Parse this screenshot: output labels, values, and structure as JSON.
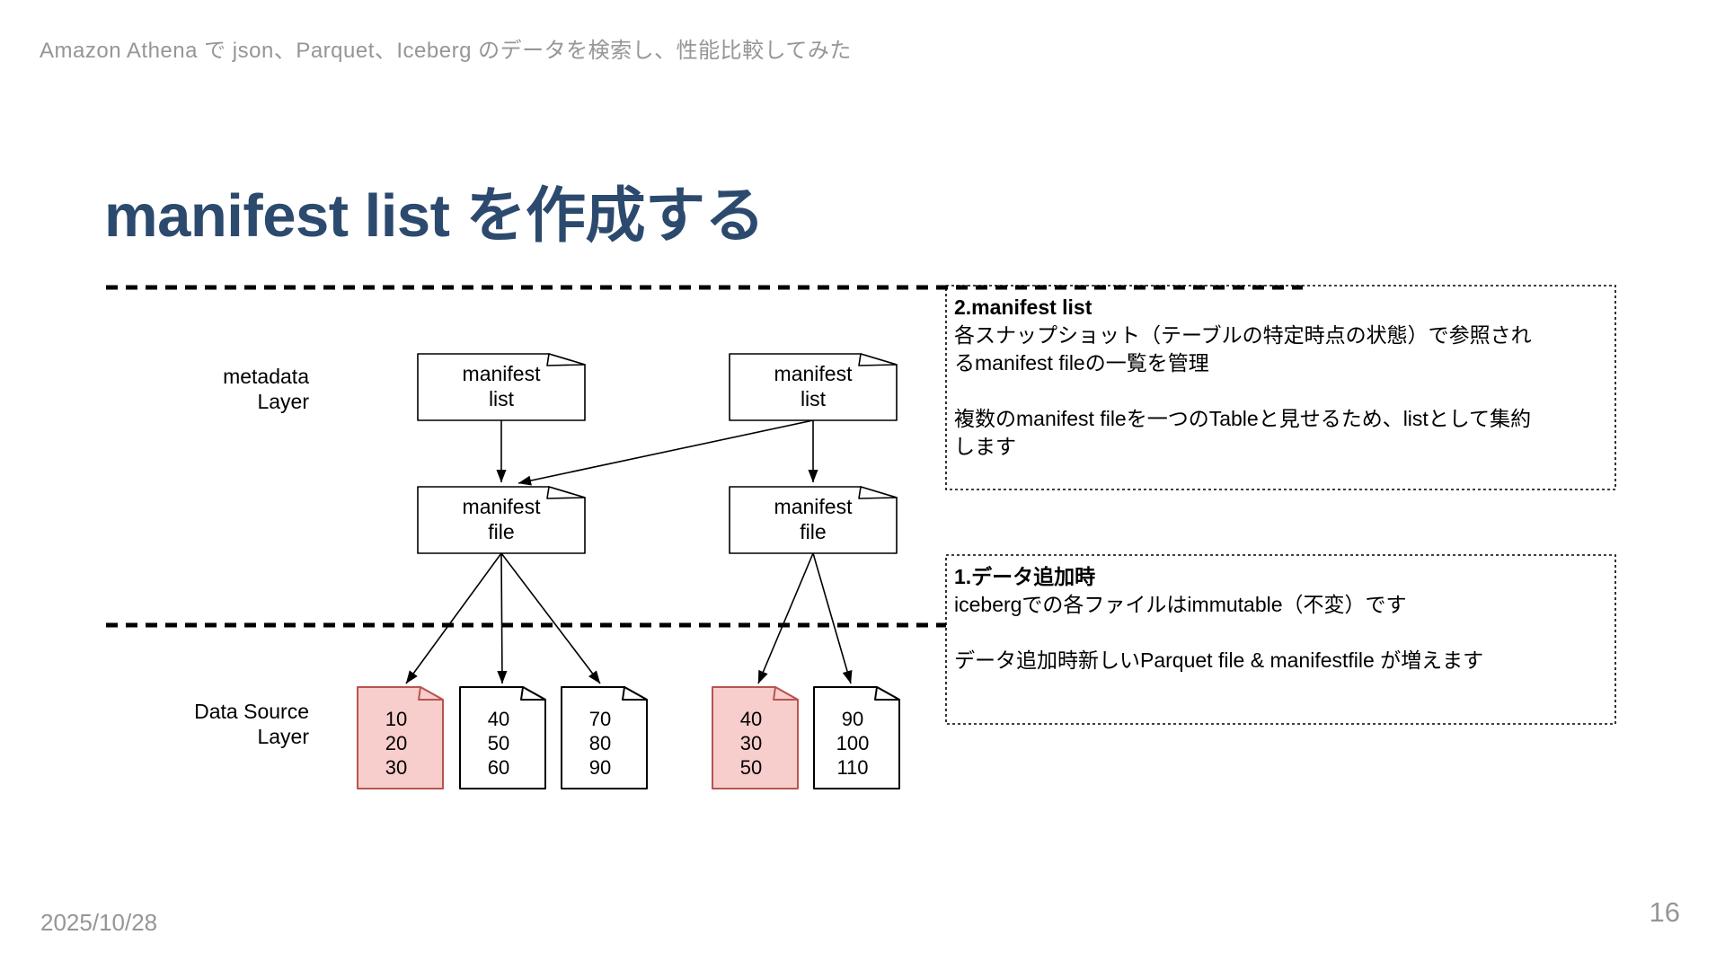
{
  "slide": {
    "header": "Amazon Athena で json、Parquet、Iceberg のデータを検索し、性能比較してみた",
    "title": "manifest list を作成する",
    "date": "2025/10/28",
    "page_number": "16"
  },
  "colors": {
    "title_color": "#2c4a6e",
    "muted": "#969696",
    "ink": "#000000",
    "pink_fill": "#f8cecc",
    "pink_border": "#b85450"
  },
  "diagram": {
    "layers": {
      "metadata": {
        "line1": "metadata",
        "line2": "Layer"
      },
      "data_source": {
        "line1": "Data Source",
        "line2": "Layer"
      }
    },
    "manifest_list_boxes": [
      {
        "line1": "manifest",
        "line2": "list"
      },
      {
        "line1": "manifest",
        "line2": "list"
      }
    ],
    "manifest_file_boxes": [
      {
        "line1": "manifest",
        "line2": "file"
      },
      {
        "line1": "manifest",
        "line2": "file"
      }
    ],
    "data_files": [
      {
        "values": [
          "10",
          "20",
          "30"
        ],
        "highlighted": true
      },
      {
        "values": [
          "40",
          "50",
          "60"
        ],
        "highlighted": false
      },
      {
        "values": [
          "70",
          "80",
          "90"
        ],
        "highlighted": false
      },
      {
        "values": [
          "40",
          "30",
          "50"
        ],
        "highlighted": true
      },
      {
        "values": [
          "90",
          "100",
          "110"
        ],
        "highlighted": false
      }
    ]
  },
  "annotations": {
    "manifest_list_note": {
      "heading": "2.manifest list",
      "para1": "各スナップショット（テーブルの特定時点の状態）で参照され\nるmanifest fileの一覧を管理",
      "para2": "複数のmanifest fileを一つのTableと見せるため、listとして集約\nします"
    },
    "data_add_note": {
      "heading": "1.データ追加時",
      "para1": "icebergでの各ファイルはimmutable（不変）です",
      "para2": "データ追加時新しいParquet file & manifestfile が増えます"
    }
  }
}
